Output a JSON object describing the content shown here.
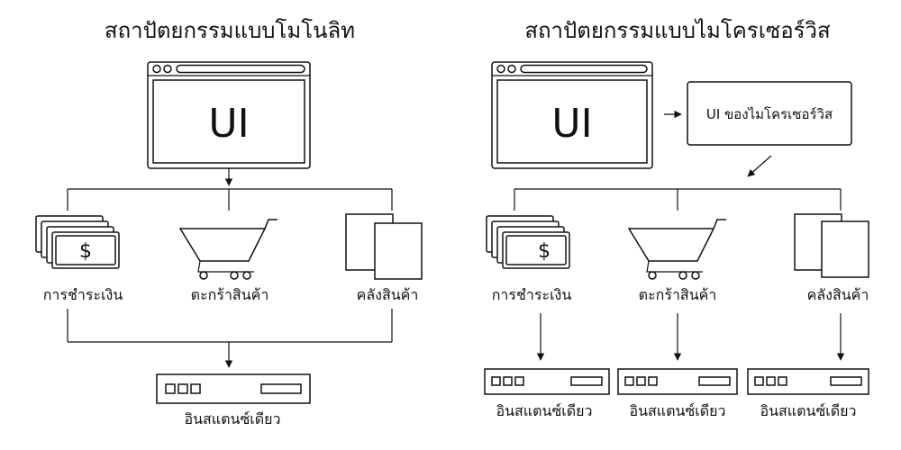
{
  "monolith": {
    "title": "สถาปัตยกรรมแบบโมโนลิท",
    "ui_label": "UI",
    "services": [
      "การชำระเงิน",
      "ตะกร้าสินค้า",
      "คลังสินค้า"
    ],
    "instance_label": "อินสแตนซ์เดียว"
  },
  "microservices": {
    "title": "สถาปัตยกรรมแบบไมโครเซอร์วิส",
    "ui_label": "UI",
    "micro_ui_label": "UI ของไมโครเซอร์วิส",
    "services": [
      "การชำระเงิน",
      "ตะกร้าสินค้า",
      "คลังสินค้า"
    ],
    "instance_labels": [
      "อินสแตนซ์เดียว",
      "อินสแตนซ์เดียว",
      "อินสแตนซ์เดียว"
    ]
  },
  "icons": {
    "payment": "money-stack-icon",
    "cart": "shopping-cart-icon",
    "inventory": "documents-icon",
    "browser": "browser-window-icon",
    "server": "server-instance-icon",
    "currency_symbol": "$"
  }
}
